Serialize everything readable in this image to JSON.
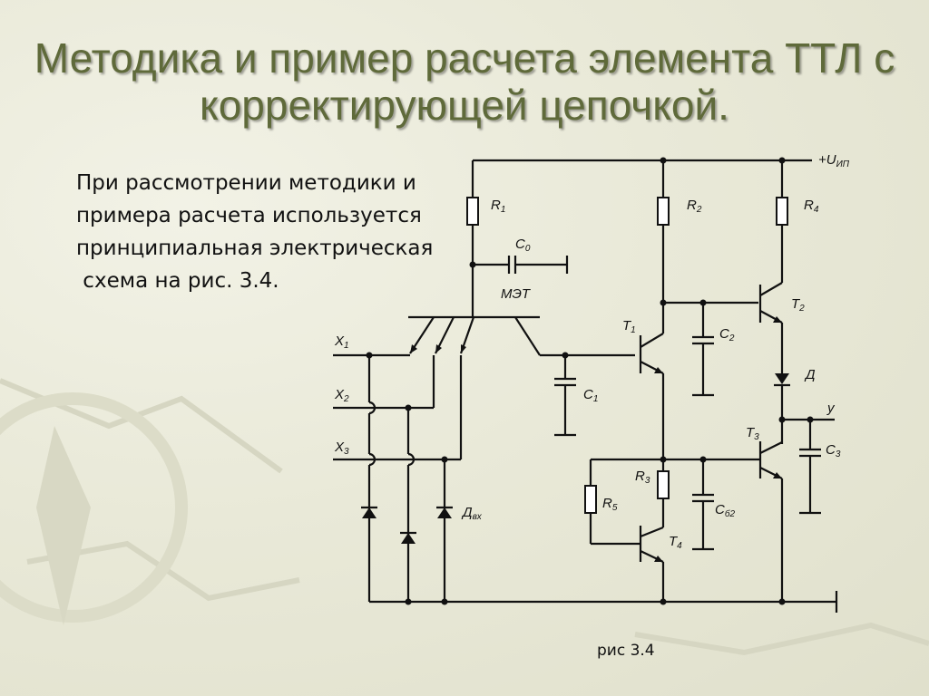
{
  "slide": {
    "title": "Методика и пример расчета элемента ТТЛ с корректирующей цепочкой.",
    "body_lines": [
      "При рассмотрении методики и",
      "примера расчета используется",
      "принципиальная электрическая",
      " схема на рис. 3.4."
    ],
    "caption": "рис 3.4"
  },
  "circuit": {
    "labels": {
      "supply": "+U",
      "supply_sub": "ИП",
      "r1": "R",
      "r1_sub": "1",
      "r2": "R",
      "r2_sub": "2",
      "r3": "R",
      "r3_sub": "3",
      "r4": "R",
      "r4_sub": "4",
      "r5": "R",
      "r5_sub": "5",
      "c0": "C",
      "c0_sub": "0",
      "c1": "C",
      "c1_sub": "1",
      "c2": "C",
      "c2_sub": "2",
      "c3": "C",
      "c3_sub": "3",
      "cb2": "C",
      "cb2_sub": "б2",
      "met": "МЭТ",
      "t1": "T",
      "t1_sub": "1",
      "t2": "T",
      "t2_sub": "2",
      "t3": "T",
      "t3_sub": "3",
      "t4": "T",
      "t4_sub": "4",
      "x1": "X",
      "x1_sub": "1",
      "x2": "X",
      "x2_sub": "2",
      "x3": "X",
      "x3_sub": "3",
      "d": "Д",
      "dvh": "Д",
      "dvh_sub": "вх",
      "y": "y"
    }
  },
  "colors": {
    "title": "#5f6a3a",
    "background": "#e9e9d8",
    "ink": "#111111"
  }
}
